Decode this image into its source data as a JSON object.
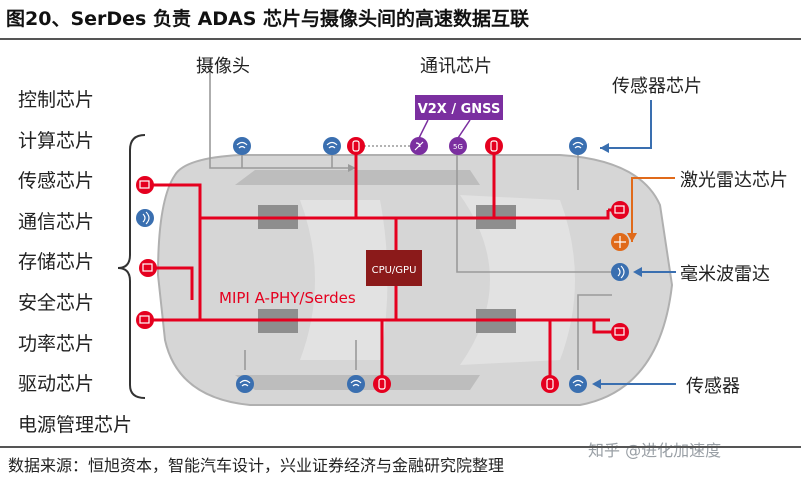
{
  "title": "图20、SerDes 负责 ADAS 芯片与摄像头间的高速数据互联",
  "chip_list": [
    "控制芯片",
    "计算芯片",
    "传感芯片",
    "通信芯片",
    "存储芯片",
    "安全芯片",
    "功率芯片",
    "驱动芯片",
    "电源管理芯片"
  ],
  "labels": {
    "camera": "摄像头",
    "comm_chip": "通讯芯片",
    "sensor_chip": "传感器芯片",
    "lidar_chip": "激光雷达芯片",
    "mmwave_radar": "毫米波雷达",
    "sensor": "传感器",
    "v2x": "V2X / GNSS",
    "cpu": "CPU/GPU",
    "mipi": "MIPI A-PHY/Serdes",
    "fiveg": "5G"
  },
  "source": "数据来源：恒旭资本，智能汽车设计，兴业证券经济与金融研究院整理",
  "watermark": "知乎 @进化加速度",
  "colors": {
    "bus_red": "#e5001f",
    "cpu_box": "#8b1a1a",
    "v2x_purple": "#7b2fa0",
    "sensor_blue": "#3a6fb0",
    "lidar_orange": "#e06a1a",
    "car_gray": "#c8c8c8"
  }
}
